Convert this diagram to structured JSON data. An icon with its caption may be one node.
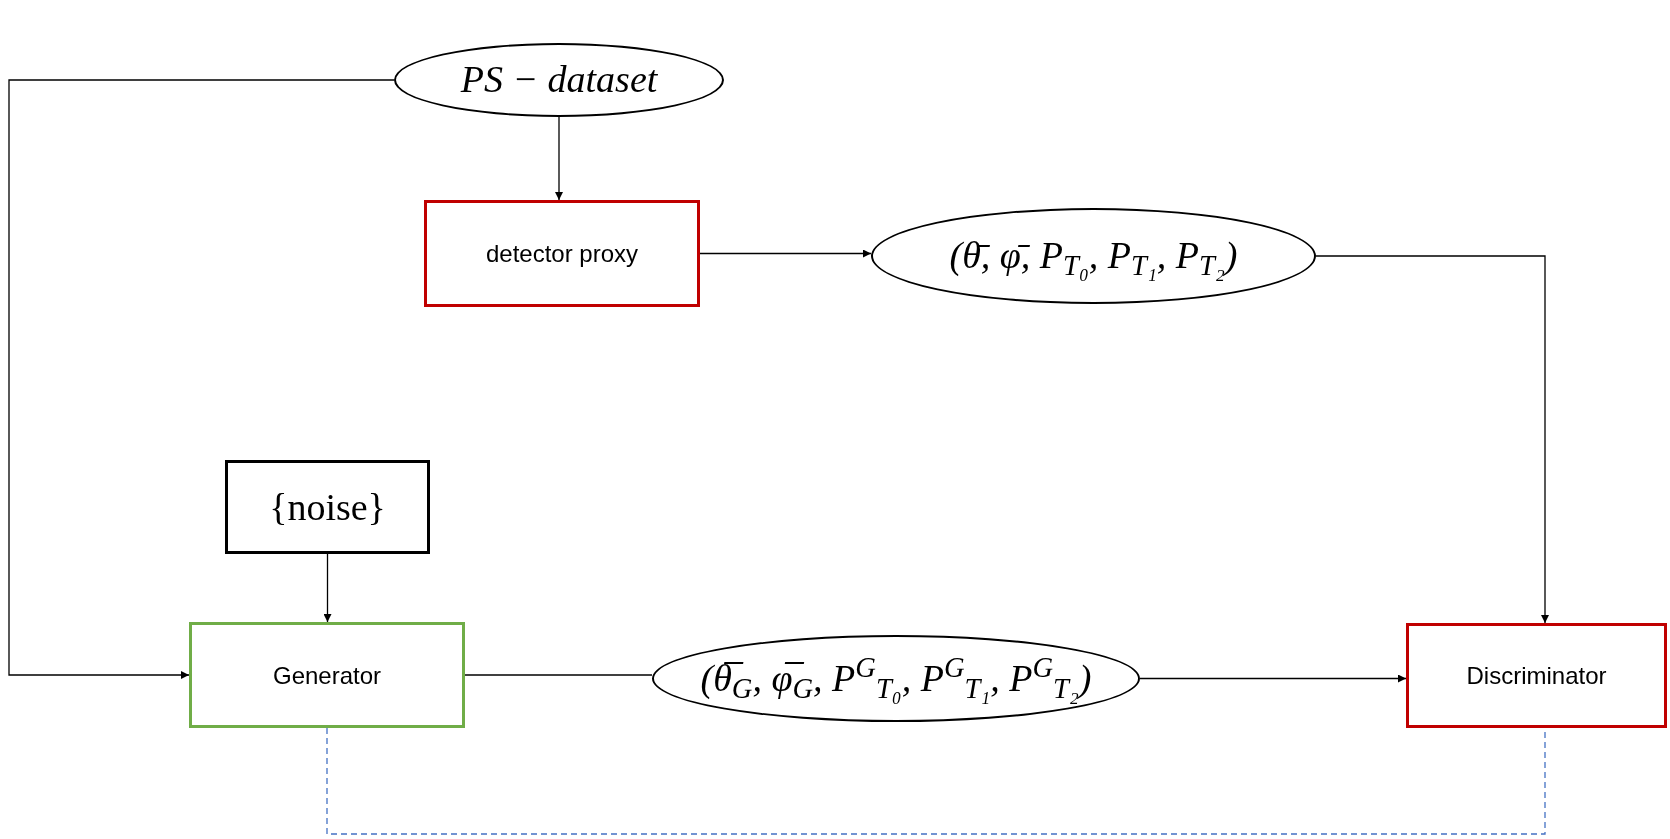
{
  "diagram": {
    "nodes": [
      {
        "text": [
          "PS − dataset"
        ]
      },
      {
        "text": [
          "detector proxy"
        ]
      },
      {
        "text": [
          "(θ̄, φ̄, P$_{T₀}$, P$_{T₁}$, P$_{T₂}$)"
        ]
      },
      {
        "text": [
          "{noise}"
        ]
      },
      {
        "text": [
          "Generator"
        ]
      },
      {
        "text": [
          "(θ̅$_{G}$, φ̅$_{G}$, P$^{G}$$_{T₀}$, P$^{G}$$_{T₁}$, P$^{G}$$_{T₂}$)"
        ]
      },
      {
        "text": [
          "Discriminator"
        ]
      }
    ],
    "edges": [
      {
        "from": 0,
        "to": 4,
        "arrow": "to"
      },
      {
        "from": 0,
        "to": 1,
        "arrow": "to"
      },
      {
        "from": 1,
        "to": 2,
        "arrow": "to"
      },
      {
        "from": 2,
        "to": 6,
        "arrow": "to"
      },
      {
        "from": 3,
        "to": 4,
        "arrow": "to"
      },
      {
        "from": 4,
        "to": 5,
        "arrow": "none"
      },
      {
        "from": 5,
        "to": 6,
        "arrow": "to"
      },
      {
        "from": 4,
        "to": 6,
        "arrow": "none",
        "style": "dashed",
        "color": "#4472c4"
      }
    ]
  }
}
